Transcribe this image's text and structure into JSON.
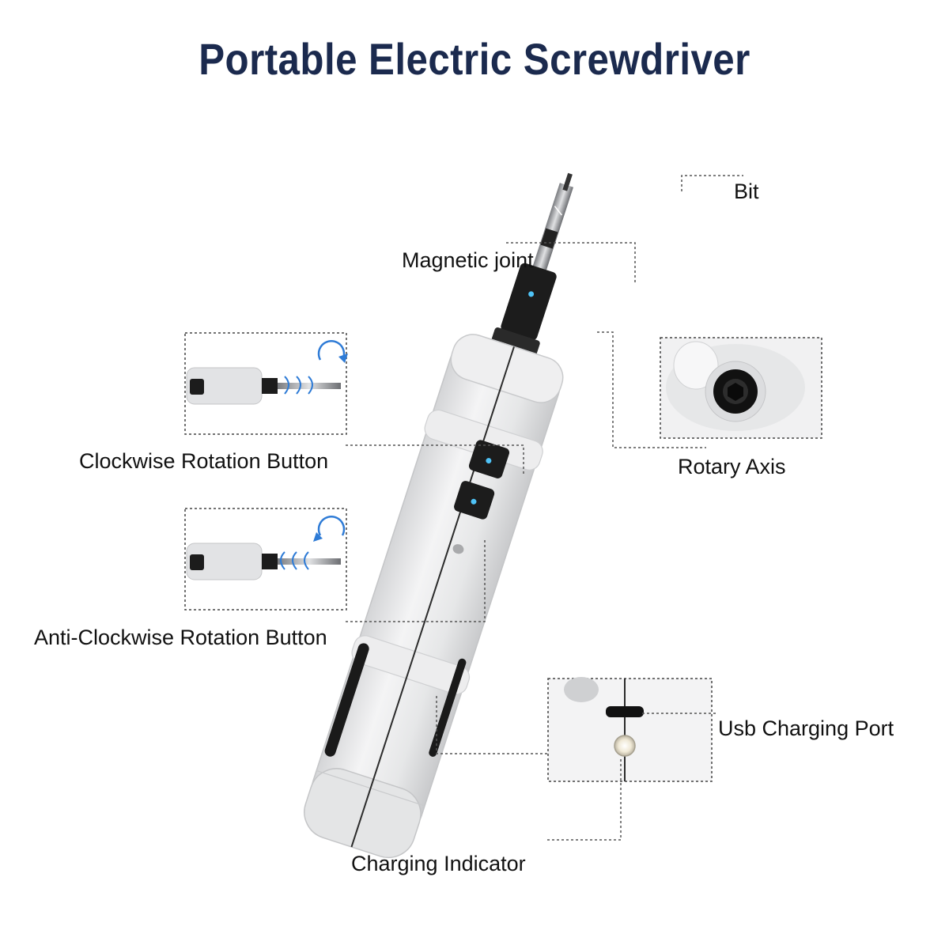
{
  "title": "Portable Electric Screwdriver",
  "labels": {
    "bit": "Bit",
    "magnetic_joint": "Magnetic joint",
    "clockwise_button": "Clockwise Rotation Button",
    "rotary_axis": "Rotary Axis",
    "anticlockwise_button": "Anti-Clockwise Rotation Button",
    "usb_port": "Usb Charging Port",
    "charging_indicator": "Charging Indicator"
  },
  "colors": {
    "title": "#1b2a4e",
    "body": "#e9e9ea",
    "button": "#1a1a1a",
    "indicator_light": "#4fc3f7",
    "leader_line": "#555555"
  }
}
